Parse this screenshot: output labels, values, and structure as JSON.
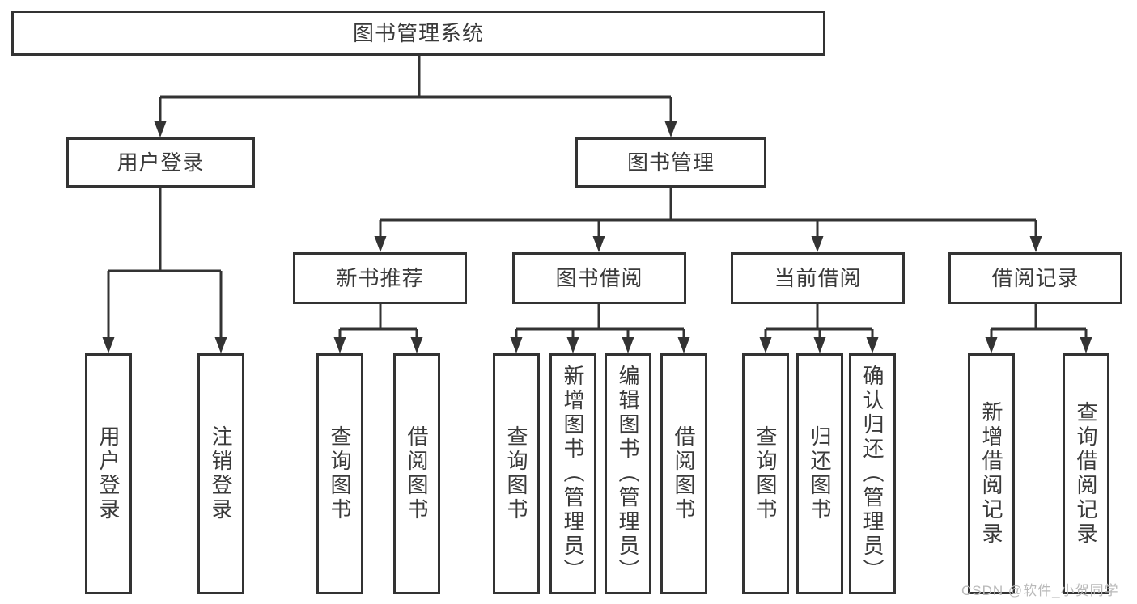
{
  "diagram": {
    "title_node": {
      "label": "图书管理系统"
    },
    "branches": [
      {
        "label": "用户登录"
      },
      {
        "label": "图书管理"
      }
    ],
    "modules": [
      {
        "label": "新书推荐",
        "parent": "图书管理"
      },
      {
        "label": "图书借阅",
        "parent": "图书管理"
      },
      {
        "label": "当前借阅",
        "parent": "图书管理"
      },
      {
        "label": "借阅记录",
        "parent": "图书管理"
      }
    ],
    "leaves": [
      {
        "label": "用户登录",
        "parent": "用户登录"
      },
      {
        "label": "注销登录",
        "parent": "用户登录"
      },
      {
        "label": "查询图书",
        "parent": "新书推荐"
      },
      {
        "label": "借阅图书",
        "parent": "新书推荐"
      },
      {
        "label": "查询图书",
        "parent": "图书借阅"
      },
      {
        "label": "新增图书（管理员）",
        "parent": "图书借阅"
      },
      {
        "label": "编辑图书（管理员）",
        "parent": "图书借阅"
      },
      {
        "label": "借阅图书",
        "parent": "图书借阅"
      },
      {
        "label": "查询图书",
        "parent": "当前借阅"
      },
      {
        "label": "归还图书",
        "parent": "当前借阅"
      },
      {
        "label": "确认归还（管理员）",
        "parent": "当前借阅"
      },
      {
        "label": "新增借阅记录",
        "parent": "借阅记录"
      },
      {
        "label": "查询借阅记录",
        "parent": "借阅记录"
      }
    ]
  },
  "watermark": "CSDN @软件_小贺同学",
  "colors": {
    "line": "#333333",
    "box_border": "#333333",
    "box_fill": "#ffffff",
    "text": "#3a3a3a",
    "watermark": "#b9b9b9",
    "background": "#ffffff"
  }
}
